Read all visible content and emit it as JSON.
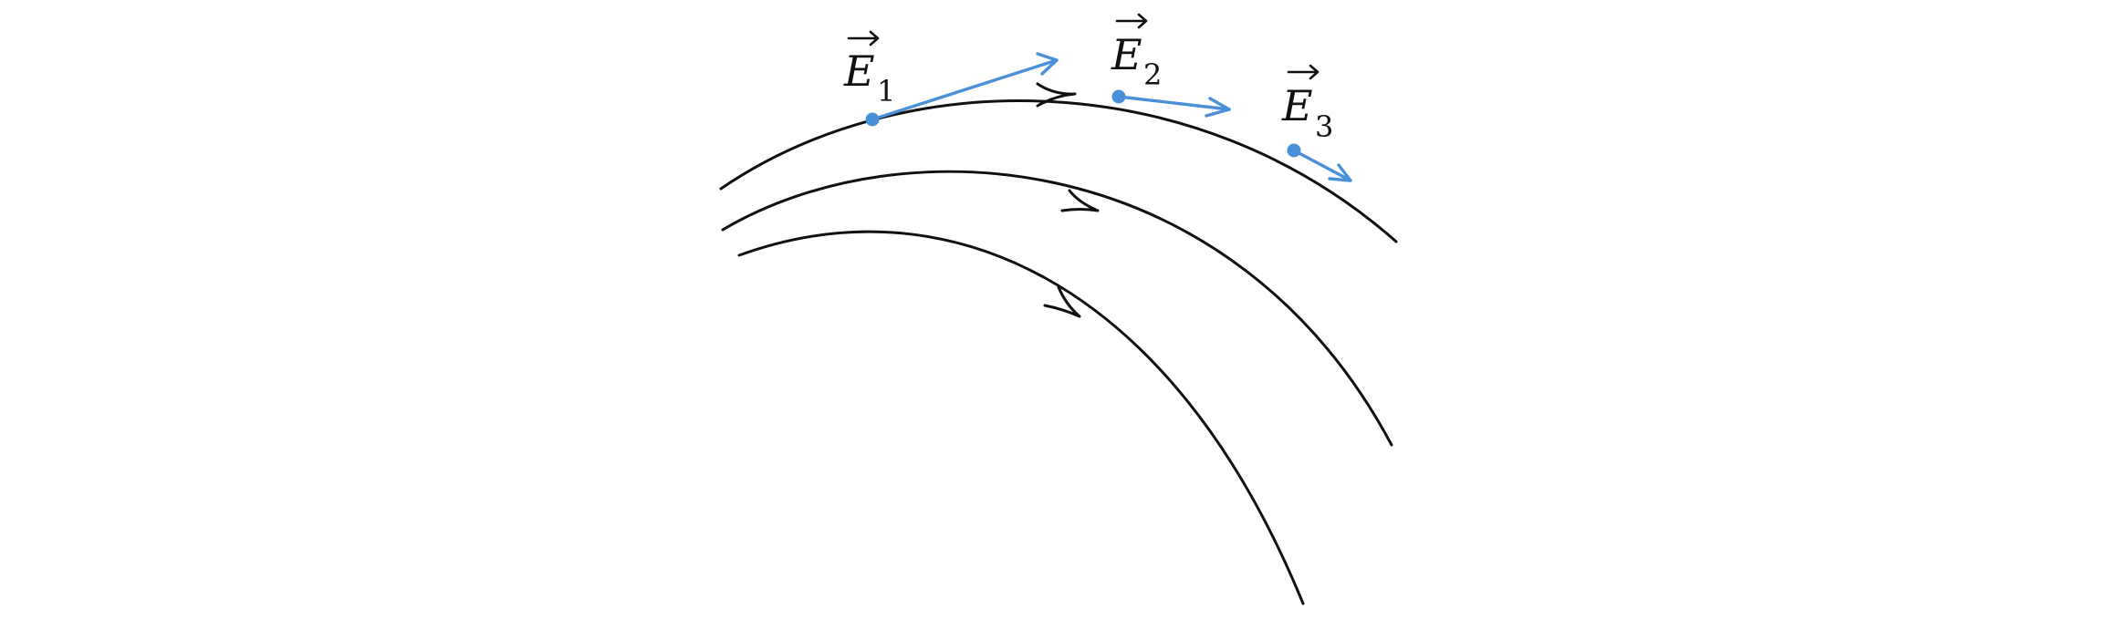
{
  "figure": {
    "colors": {
      "field_line": "#111111",
      "vector": "#4a90d9",
      "point": "#4a90d9",
      "background": "#ffffff"
    },
    "vectors": [
      {
        "letter": "E",
        "subscript": "1"
      },
      {
        "letter": "E",
        "subscript": "2"
      },
      {
        "letter": "E",
        "subscript": "3"
      }
    ]
  }
}
